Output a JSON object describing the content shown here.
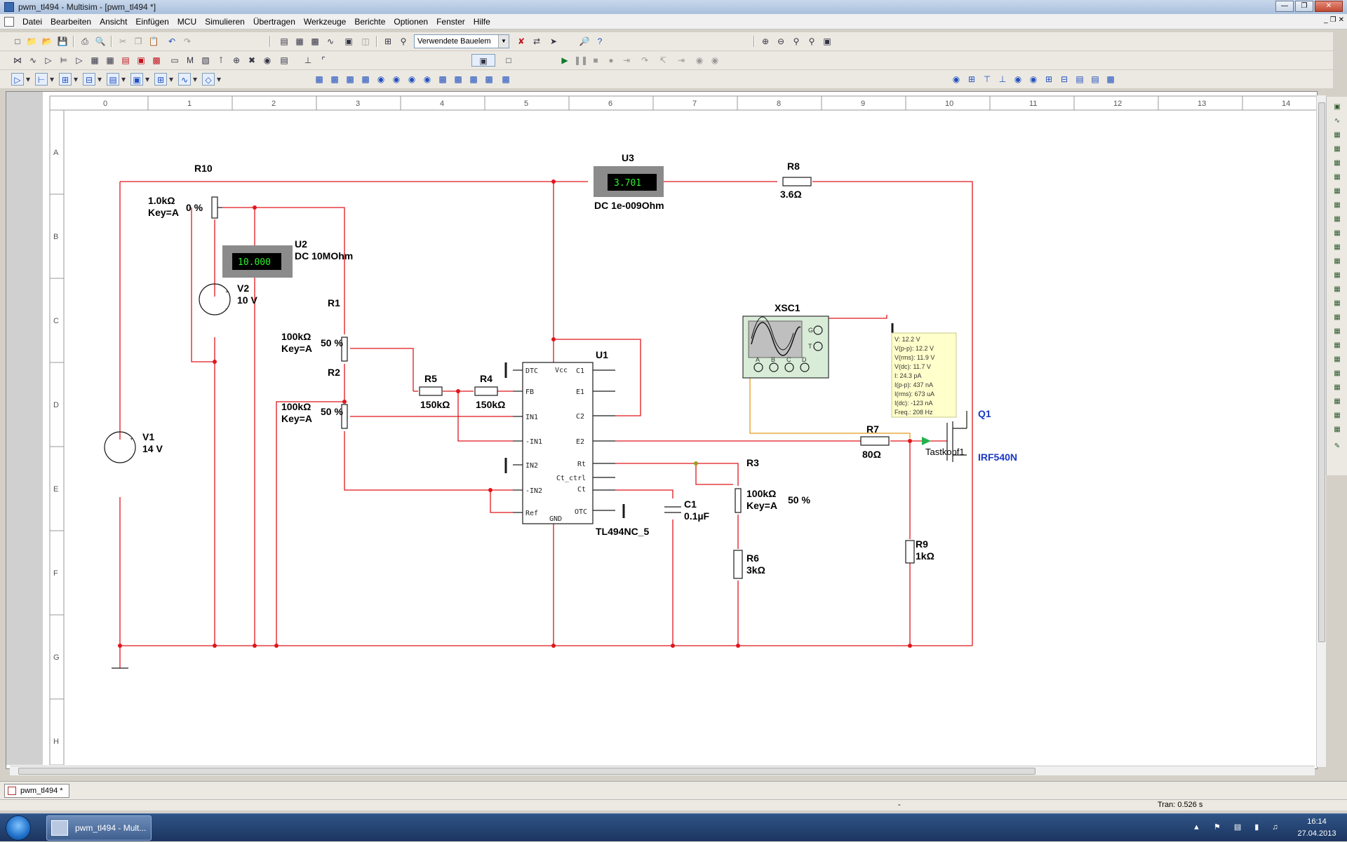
{
  "window": {
    "title": "pwm_tl494 - Multisim - [pwm_tl494 *]"
  },
  "menu": [
    "Datei",
    "Bearbeiten",
    "Ansicht",
    "Einfügen",
    "MCU",
    "Simulieren",
    "Übertragen",
    "Werkzeuge",
    "Berichte",
    "Optionen",
    "Fenster",
    "Hilfe"
  ],
  "toolbar": {
    "components_combo": "Verwendete Bauelem"
  },
  "ruler": {
    "columns": [
      "0",
      "1",
      "2",
      "3",
      "4",
      "5",
      "6",
      "7",
      "8",
      "9",
      "10",
      "11",
      "12",
      "13",
      "14"
    ],
    "rows": [
      "A",
      "B",
      "C",
      "D",
      "E",
      "F",
      "G",
      "H"
    ]
  },
  "schematic": {
    "r10": {
      "ref": "R10",
      "value": "1.0kΩ",
      "key": "Key=A",
      "percent": "0 %"
    },
    "u2": {
      "ref": "U2",
      "display": "10.000",
      "mode": "DC  10MOhm"
    },
    "v2": {
      "ref": "V2",
      "value": "10 V"
    },
    "u3": {
      "ref": "U3",
      "display": "3.701",
      "mode": "DC  1e-009Ohm"
    },
    "r8": {
      "ref": "R8",
      "value": "3.6Ω"
    },
    "r1": {
      "ref": "R1",
      "value": "100kΩ",
      "key": "Key=A",
      "percent": "50 %"
    },
    "r2": {
      "ref": "R2",
      "value": "100kΩ",
      "key": "Key=A",
      "percent": "50 %"
    },
    "v1": {
      "ref": "V1",
      "value": "14 V"
    },
    "r5": {
      "ref": "R5",
      "value": "150kΩ"
    },
    "r4": {
      "ref": "R4",
      "value": "150kΩ"
    },
    "u1": {
      "ref": "U1",
      "part": "TL494NC_5",
      "pins_left": [
        "DTC",
        "FB",
        "IN1",
        "-IN1",
        "IN2",
        "-IN2",
        "Ref"
      ],
      "pins_right": [
        "C1",
        "E1",
        "C2",
        "E2",
        "Rt",
        "Ct_ctrl",
        "Ct",
        "OTC"
      ],
      "pin_top": "Vcc",
      "pin_bottom": "GND"
    },
    "xsc1": {
      "ref": "XSC1",
      "terminals": [
        "A",
        "B",
        "C",
        "D",
        "G",
        "T"
      ]
    },
    "probe": {
      "lines": [
        "V: 12.2 V",
        "V(p-p): 12.2 V",
        "V(rms): 11.9 V",
        "V(dc): 11.7 V",
        "I: 24.3 pA",
        "I(p-p): 437 nA",
        "I(rms): 673 uA",
        "I(dc): -123 nA",
        "Freq.: 208 Hz"
      ],
      "name": "Tastkopf1"
    },
    "q1": {
      "ref": "Q1",
      "part": "IRF540N"
    },
    "r7": {
      "ref": "R7",
      "value": "80Ω"
    },
    "r3": {
      "ref": "R3",
      "value": "100kΩ",
      "key": "Key=A",
      "percent": "50 %"
    },
    "c1": {
      "ref": "C1",
      "value": "0.1µF"
    },
    "r6": {
      "ref": "R6",
      "value": "3kΩ"
    },
    "r9": {
      "ref": "R9",
      "value": "1kΩ"
    }
  },
  "tab": {
    "label": "pwm_tl494 *"
  },
  "status": {
    "left": "-",
    "tran": "Tran: 0.526 s"
  },
  "taskbar": {
    "app": "pwm_tl494 - Mult...",
    "time": "16:14",
    "date": "27.04.2013"
  }
}
